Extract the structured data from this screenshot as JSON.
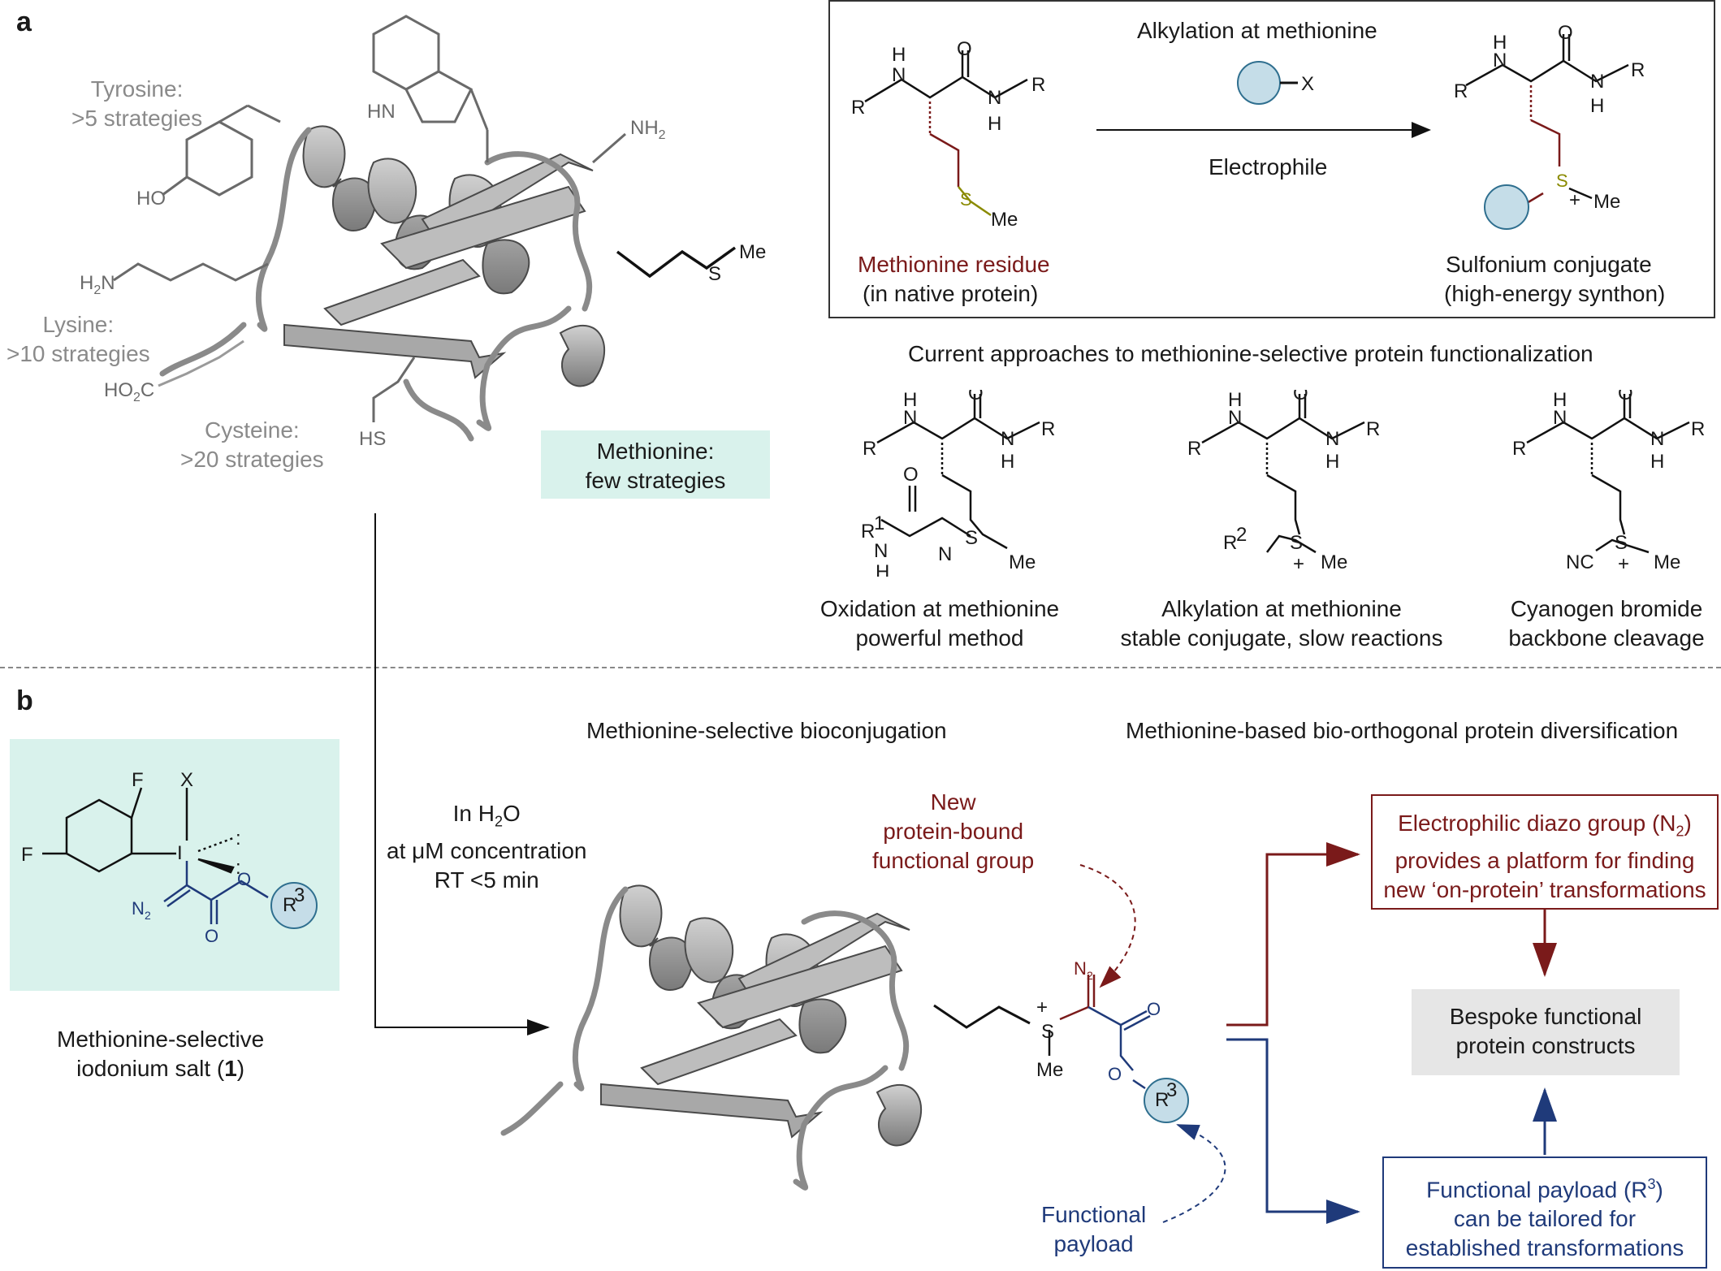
{
  "panel_a": {
    "letter": "a",
    "residues": {
      "tyrosine": "Tyrosine:",
      "tyrosine_count": ">5 strategies",
      "lysine": "Lysine:",
      "lysine_count": ">10 strategies",
      "cysteine": "Cysteine:",
      "cysteine_count": ">20 strategies",
      "methionine": "Methionine:",
      "methionine_count": "few strategies"
    },
    "side_chain_labels": {
      "ho": "HO",
      "hn": "HN",
      "nh2": "NH",
      "h2n": "H",
      "ho2c": "HO",
      "hs": "HS",
      "s": "S",
      "me": "Me"
    },
    "reaction_box": {
      "title": "Alkylation at methionine",
      "reagent_x": "X",
      "arrow_label": "Electrophile",
      "left_name": "Methionine residue",
      "left_sub": "(in native protein)",
      "right_name": "Sulfonium conjugate",
      "right_sub": "(high-energy synthon)"
    },
    "approaches_title": "Current approaches to methionine-selective protein functionalization",
    "approaches": [
      {
        "line1": "Oxidation at methionine",
        "line2": "powerful method"
      },
      {
        "line1": "Alkylation at methionine",
        "line2": "stable conjugate, slow reactions"
      },
      {
        "line1": "Cyanogen bromide",
        "line2": "backbone cleavage"
      }
    ]
  },
  "panel_b": {
    "letter": "b",
    "reagent_name_1": "Methionine-selective",
    "reagent_name_2": "iodonium salt (",
    "reagent_name_num": "1",
    "reagent_name_3": ")",
    "conditions": {
      "line1": "In H",
      "line1_sub": "2",
      "line1_end": "O",
      "line2": "at μM concentration",
      "line3": "RT <5 min"
    },
    "bioconjugation_title": "Methionine-selective bioconjugation",
    "diversification_title": "Methionine-based bio-orthogonal protein diversification",
    "new_group": {
      "line1": "New",
      "line2": "protein-bound",
      "line3": "functional group"
    },
    "payload": {
      "line1": "Functional",
      "line2": "payload"
    },
    "box_red": {
      "line1": "Electrophilic diazo group (N",
      "line1_sub": "2",
      "line1_end": ")",
      "line2": "provides a platform for finding",
      "line3": "new ‘on-protein’ transformations"
    },
    "box_gray": {
      "line1": "Bespoke functional",
      "line2": "protein constructs"
    },
    "box_blue": {
      "line1": "Functional payload (R",
      "line1_sup": "3",
      "line1_end": ")",
      "line2": "can be tailored for",
      "line3": "established transformations"
    }
  },
  "colors": {
    "red": "#7a1a1a",
    "blue": "#1f3a7a",
    "green_box": "#d9f2ec",
    "gray_box": "#e6e6e6",
    "payload_ball": "#c5dde8",
    "sulfur": "#8a8a00"
  }
}
